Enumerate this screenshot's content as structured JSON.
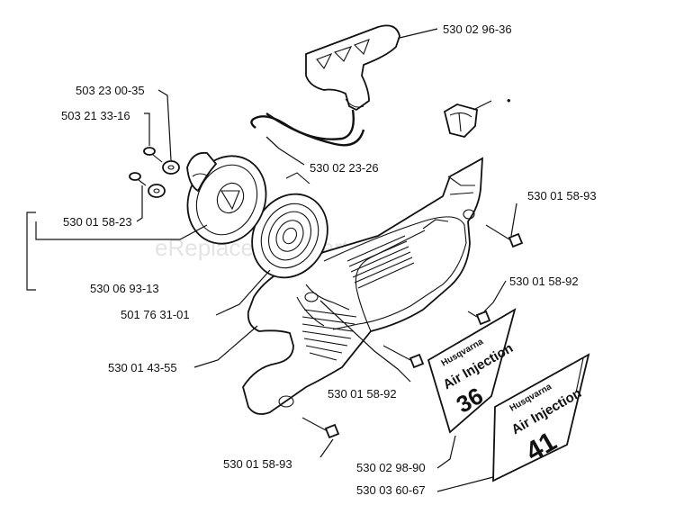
{
  "watermark": "eReplacementParts.com",
  "labels": {
    "handle": "530 02 96-36",
    "dot": "•",
    "screw_a": "503 23 00-35",
    "screw_b": "503 21 33-16",
    "rope": "530 02 23-26",
    "washer": "530 01 58-23",
    "right_screw_top": "530 01 58-93",
    "pulley": "530 06 93-13",
    "right_screw_mid": "530 01 58-92",
    "spring": "501 76 31-01",
    "cover": "530 01 43-55",
    "center_screw": "530 01 58-92",
    "bottom_screw": "530 01 58-93",
    "decal_36": "530 02 98-90",
    "decal_41": "530 03 60-67"
  },
  "decal_36": {
    "brand": "Husqvarna",
    "line1": "Air Injection",
    "model": "36"
  },
  "decal_41": {
    "brand": "Husqvarna",
    "line1": "Air Injection",
    "model": "41"
  }
}
